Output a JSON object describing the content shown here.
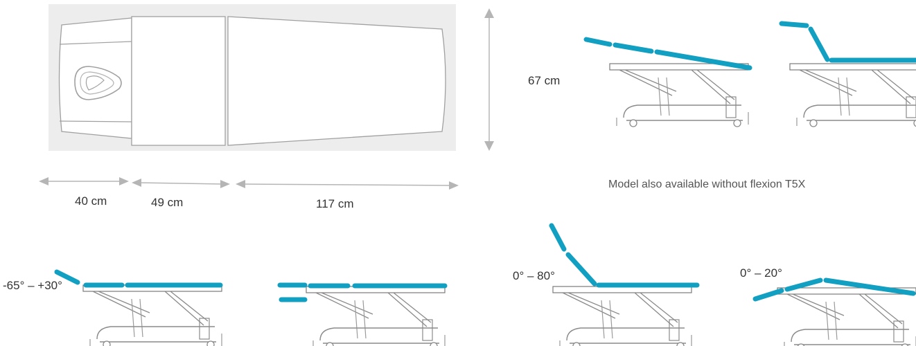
{
  "dimensions": {
    "height": "67 cm",
    "head_section": "40 cm",
    "mid_section": "49 cm",
    "leg_section": "117 cm"
  },
  "note": "Model also available without flexion T5X",
  "angles": {
    "head_range": "-65° – +30°",
    "back_range": "0° – 80°",
    "leg_range": "0° – 20°"
  },
  "colors": {
    "accent": "#119fc2",
    "table_bg": "#ededed",
    "outline": "#9a9a9a",
    "arrow": "#b5b5b5"
  }
}
